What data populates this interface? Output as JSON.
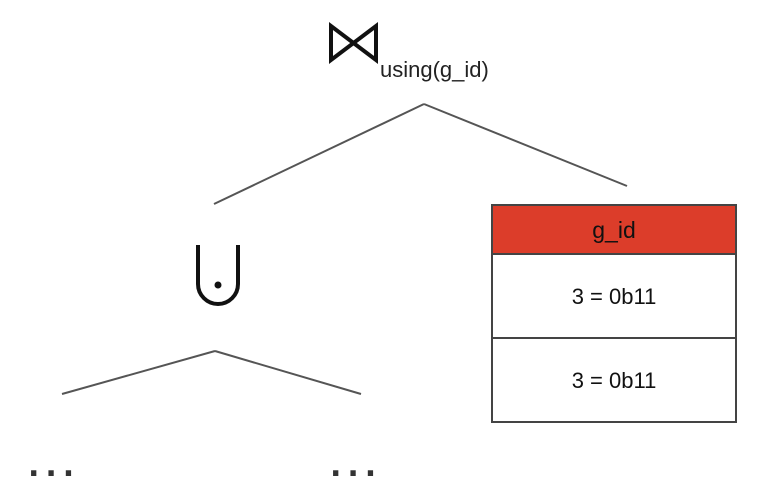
{
  "join_node": {
    "subscript": "using(g_id)",
    "icon": "bowtie-join-icon"
  },
  "union_node": {
    "icon": "union-with-dot-icon"
  },
  "table": {
    "header": "g_id",
    "rows": [
      "3 = 0b11",
      "3 = 0b11"
    ]
  },
  "ellipses": [
    "...",
    "..."
  ],
  "colors": {
    "header_fill": "#dc3d2a",
    "line": "#555555",
    "border": "#444444"
  }
}
